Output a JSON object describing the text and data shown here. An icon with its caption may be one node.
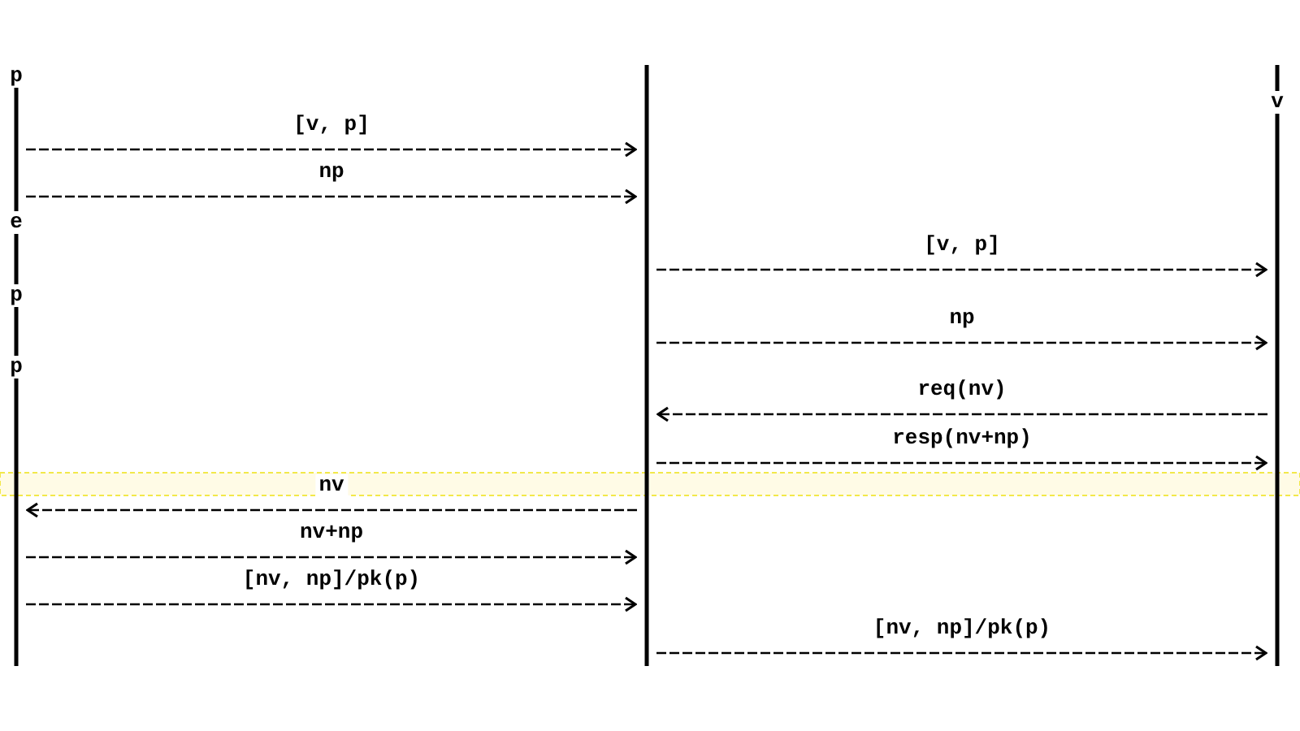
{
  "diagram": {
    "nodes": [
      {
        "text": [
          "p",
          "e",
          "p",
          "p"
        ]
      },
      {
        "text": [],
        "shape": "bar"
      },
      {
        "text": [
          "v"
        ]
      }
    ],
    "edges": [
      {
        "from": 0,
        "to": 1,
        "arrow": "to",
        "label": "[v, p]",
        "style": "dashed"
      },
      {
        "from": 0,
        "to": 1,
        "arrow": "to",
        "label": "np",
        "style": "dashed"
      },
      {
        "from": 1,
        "to": 2,
        "arrow": "to",
        "label": "[v, p]",
        "style": "dashed"
      },
      {
        "from": 1,
        "to": 2,
        "arrow": "to",
        "label": "np",
        "style": "dashed"
      },
      {
        "from": 2,
        "to": 1,
        "arrow": "to",
        "label": "req(nv)",
        "style": "dashed"
      },
      {
        "from": 1,
        "to": 2,
        "arrow": "to",
        "label": "resp(nv+np)",
        "style": "dashed"
      },
      {
        "from": 1,
        "to": 0,
        "arrow": "to",
        "label": "nv",
        "style": "dashed"
      },
      {
        "from": 0,
        "to": 1,
        "arrow": "to",
        "label": "nv+np",
        "style": "dashed"
      },
      {
        "from": 0,
        "to": 1,
        "arrow": "to",
        "label": "[nv, np]/pk(p)",
        "style": "dashed"
      },
      {
        "from": 1,
        "to": 2,
        "arrow": "to",
        "label": "[nv, np]/pk(p)",
        "style": "dashed"
      }
    ]
  }
}
